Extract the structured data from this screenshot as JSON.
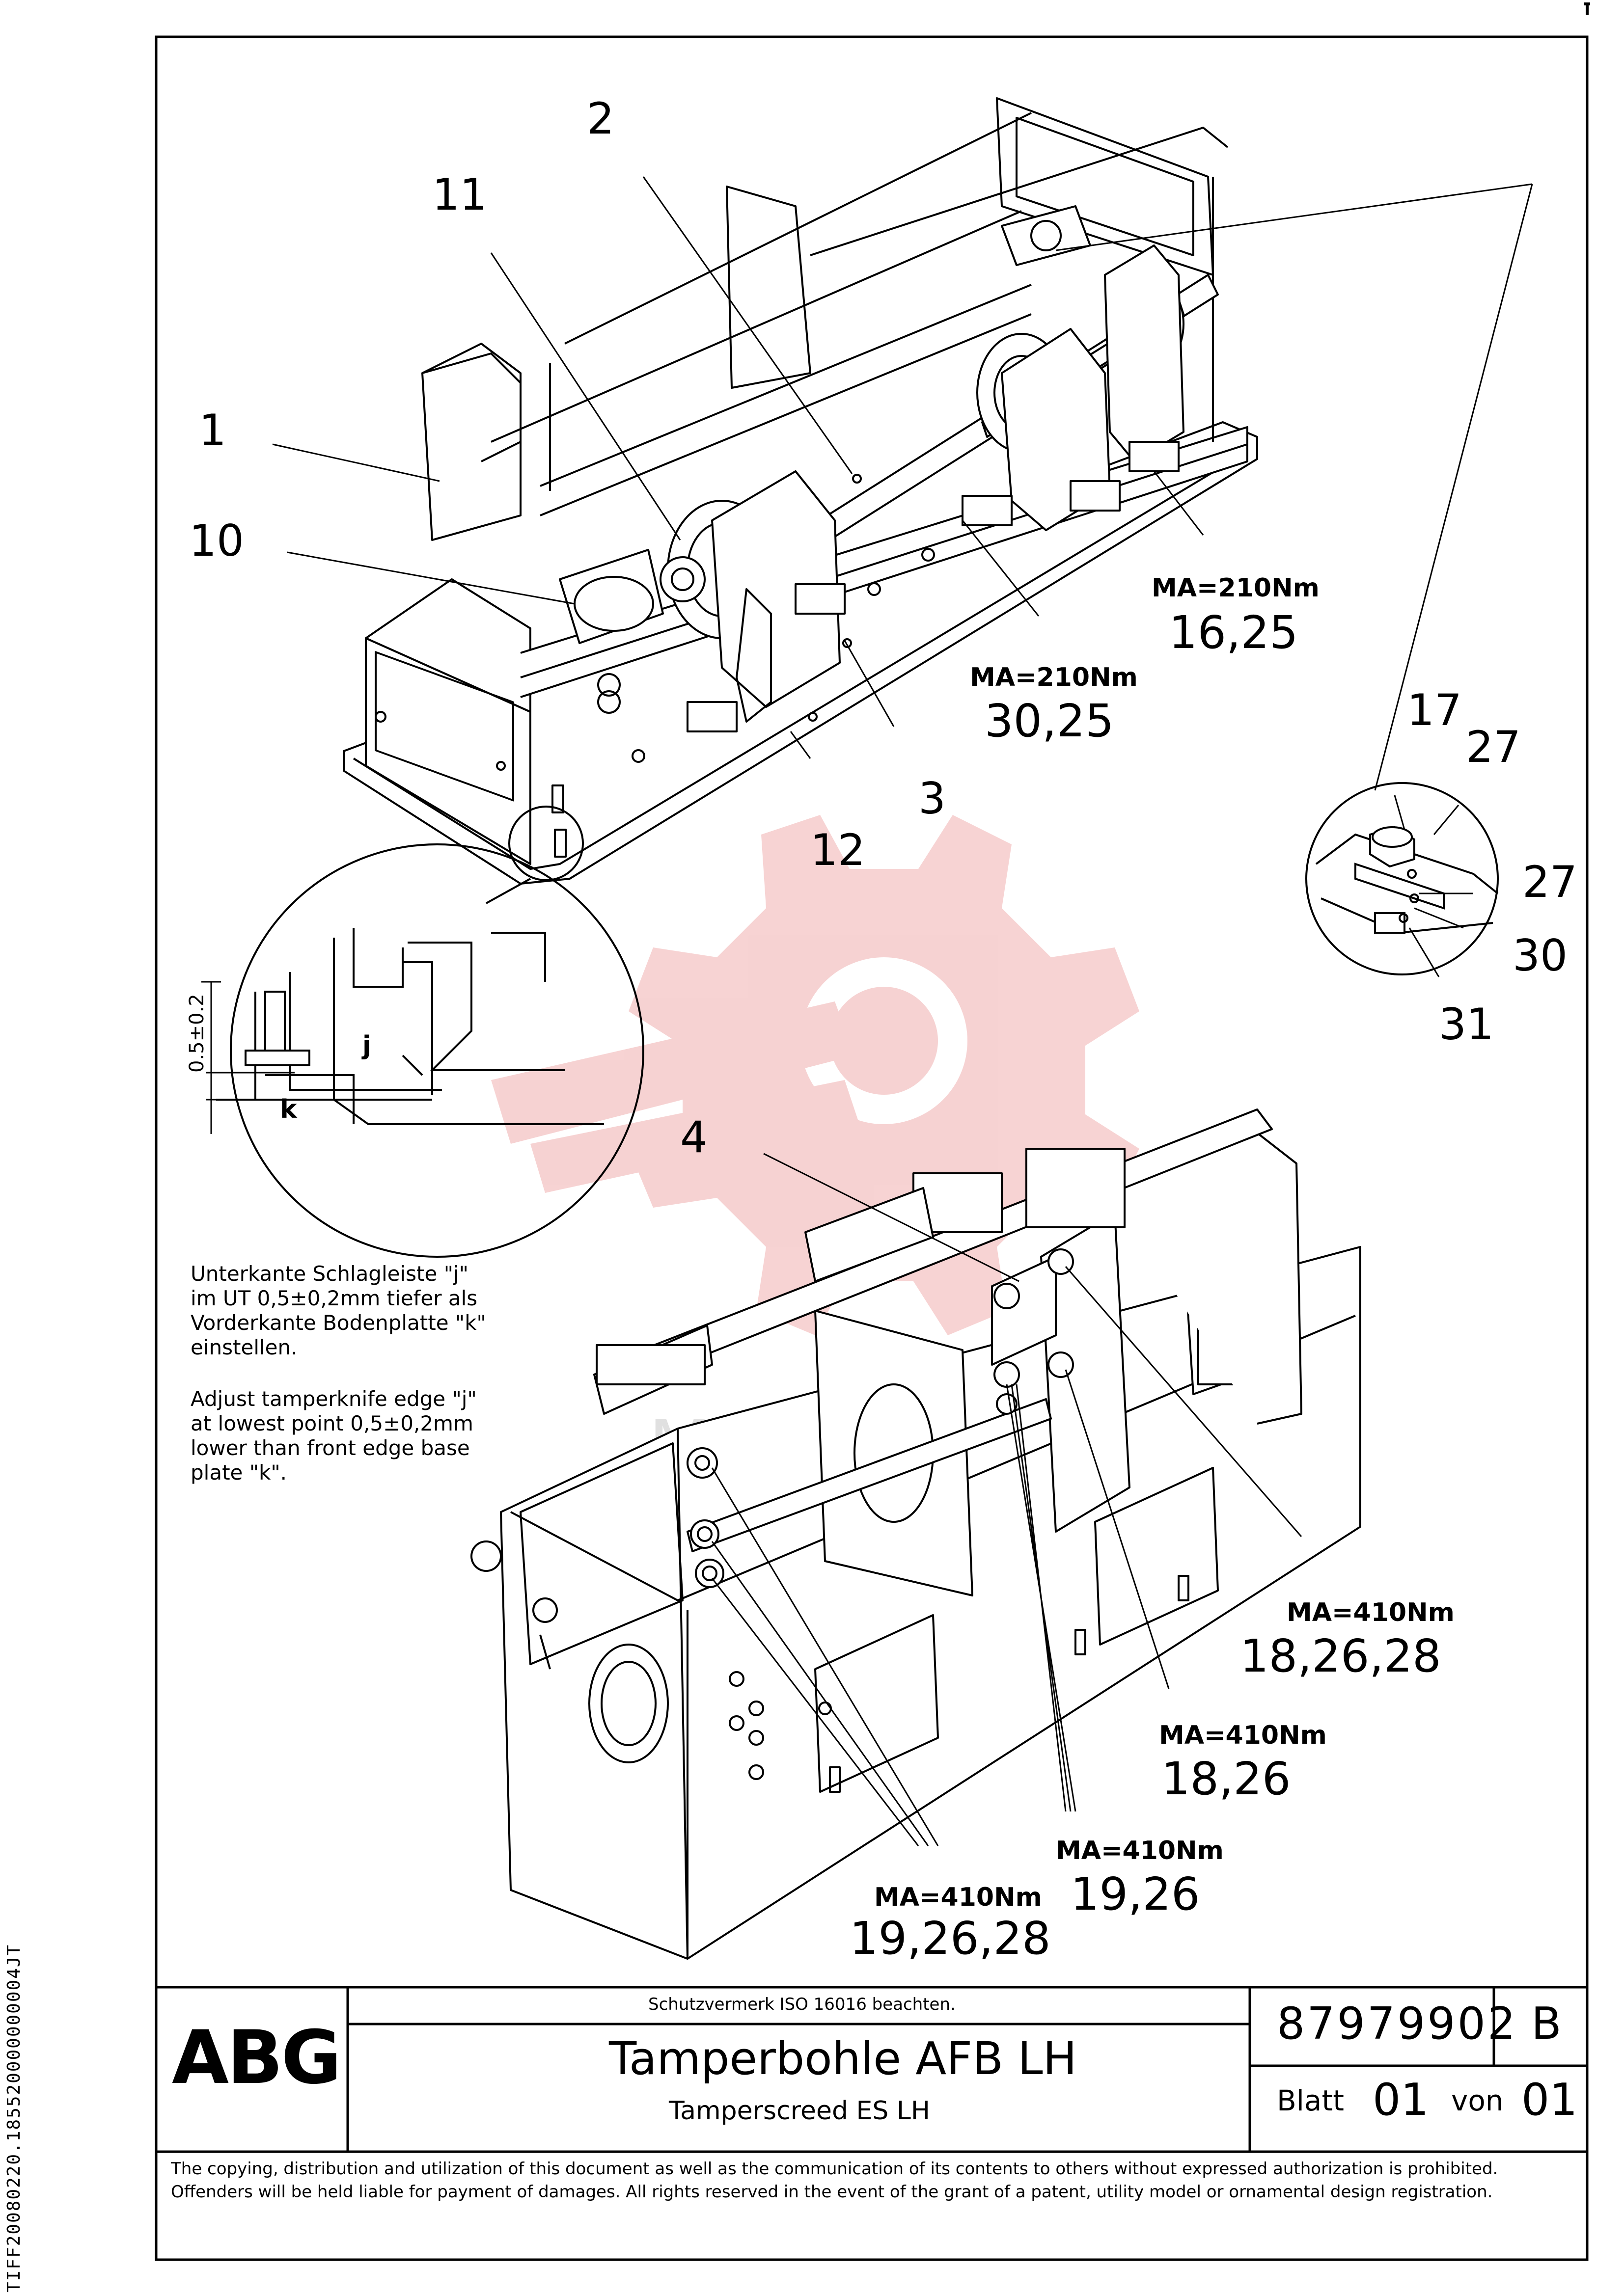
{
  "side_code": "TIFF20080220.185520000000004JT",
  "part_labels": {
    "p1": "1",
    "p2": "2",
    "p3": "3",
    "p4": "4",
    "p10": "10",
    "p11": "11",
    "p12": "12",
    "p17": "17",
    "p27a": "27",
    "p27b": "27",
    "p30": "30",
    "p31": "31"
  },
  "torque_labels": [
    {
      "torque": "MA=210Nm",
      "items": "16,25"
    },
    {
      "torque": "MA=210Nm",
      "items": "30,25"
    },
    {
      "torque": "MA=410Nm",
      "items": "18,26,28"
    },
    {
      "torque": "MA=410Nm",
      "items": "18,26"
    },
    {
      "torque": "MA=410Nm",
      "items": "19,26"
    },
    {
      "torque": "MA=410Nm",
      "items": "19,26,28"
    }
  ],
  "detail": {
    "dimension": "0.5±0.2",
    "label_j": "j",
    "label_k": "k"
  },
  "note_de": "Unterkante Schlagleiste \"j\"\nim UT 0,5±0,2mm tiefer als\nVorderkante Bodenplatte \"k\"\neinstellen.",
  "note_en": "Adjust tamperknife edge \"j\"\nat lowest point 0,5±0,2mm\nlower than front edge base\nplate \"k\".",
  "title_block": {
    "logo": "ABG",
    "protection_note": "Schutzvermerk ISO 16016 beachten.",
    "title": "Tamperbohle AFB LH",
    "subtitle": "Tamperscreed ES LH",
    "drawing_number": "87979902",
    "revision": "B",
    "sheet_label": "Blatt",
    "sheet": "01",
    "of_label": "von",
    "sheets_total": "01"
  },
  "copyright_notice": "The copying, distribution and utilization of this document as well as the communication of its contents to others without expressed authorization is prohibited. Offenders will be held liable for payment of damages. All rights reserved in the event of the grant of a patent, utility model or ornamental design registration.",
  "colors": {
    "line": "#000000",
    "watermark": "#f2b8b8"
  }
}
